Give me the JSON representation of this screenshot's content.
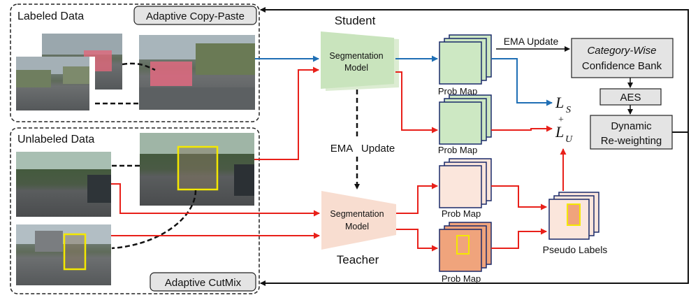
{
  "labeled": {
    "title": "Labeled Data",
    "method": "Adaptive Copy-Paste"
  },
  "unlabeled": {
    "title": "Unlabeled Data",
    "method": "Adaptive CutMix"
  },
  "student": {
    "title": "Student",
    "model_line1": "Segmentation",
    "model_line2": "Model"
  },
  "teacher": {
    "title": "Teacher",
    "model_line1": "Segmentation",
    "model_line2": "Model"
  },
  "ema_vertical": "EMA   Update",
  "ema_update": "EMA Update",
  "prob_map": "Prob Map",
  "pseudo_labels": "Pseudo Labels",
  "confidence_bank": {
    "line1": "Category-Wise",
    "line2": "Confidence Bank"
  },
  "aes": "AES",
  "dynamic": {
    "line1": "Dynamic",
    "line2": "Re-weighting"
  },
  "loss": {
    "ls": "L",
    "ls_sub": "S",
    "plus": "+",
    "lu": "L",
    "lu_sub": "U"
  },
  "colors": {
    "student_fill": "#c9e4bd",
    "teacher_fill": "#f8ddd0",
    "prob_green": "#cde8c3",
    "prob_light": "#fbe6dc",
    "prob_dark": "#f0a47c",
    "blue_arrow": "#1f6fb5",
    "red_arrow": "#e8201a",
    "box_gray": "#e4e4e4",
    "yellow": "#f4e800"
  }
}
